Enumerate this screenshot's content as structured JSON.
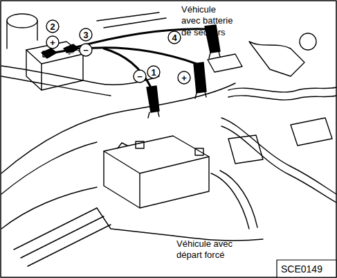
{
  "diagram": {
    "labels": [
      "Véhicule avec batterie de secours",
      "2",
      "+",
      "3",
      "−",
      "4",
      "−",
      "1",
      "+",
      "Véhicule avec départ forcé",
      "SCE0149"
    ]
  }
}
